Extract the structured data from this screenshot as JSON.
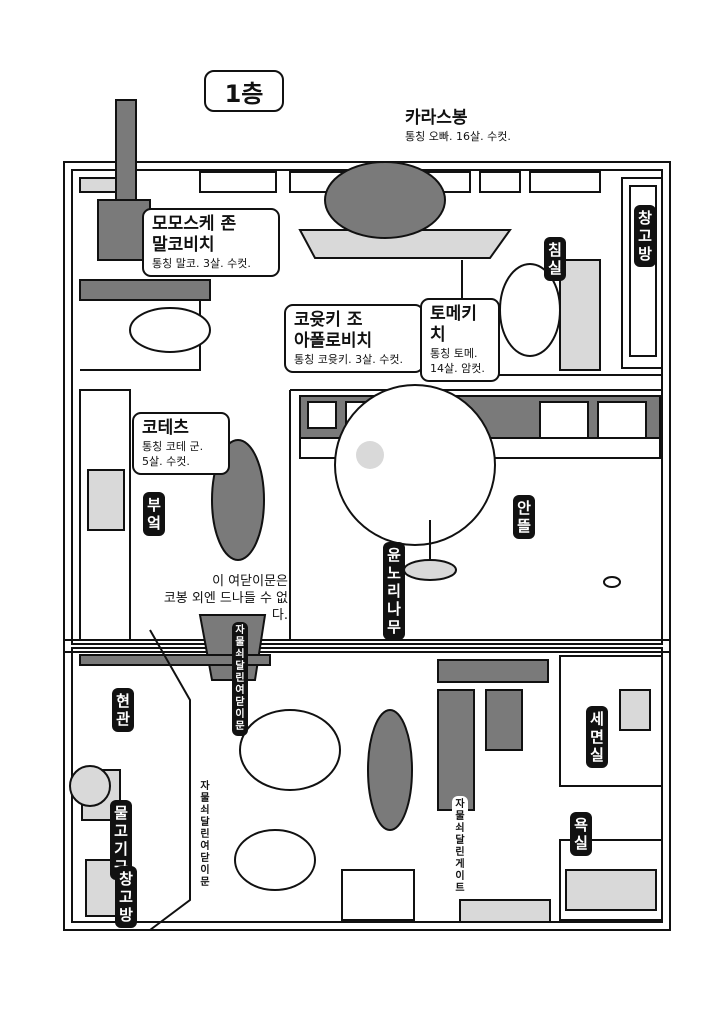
{
  "floor_label": "1층",
  "cats": {
    "karasubong": {
      "name": "카라스봉",
      "info": "통칭 오빠. 16살. 수컷."
    },
    "momosuke": {
      "name_line1": "모모스케 존",
      "name_line2": "말코비치",
      "info": "통칭 말코. 3살. 수컷."
    },
    "koyuki": {
      "name_line1": "코윳키 조",
      "name_line2": "아폴로비치",
      "info": "통칭 코윳키. 3살. 수컷."
    },
    "tomekichi": {
      "name": "토메키치",
      "info_line1": "통칭 토메.",
      "info_line2": "14살. 암컷."
    },
    "kotetsu": {
      "name": "코테츠",
      "info_line1": "통칭 코테 군.",
      "info_line2": "5살. 수컷."
    }
  },
  "note": {
    "line1": "이 여닫이문은",
    "line2": "코봉 외엔 드나들 수 없다."
  },
  "rooms": {
    "storage_top": "창고방",
    "bedroom": "침실",
    "kitchen": "부엌",
    "courtyard": "안뜰",
    "tree": "윤노리나무",
    "entrance": "현관",
    "goldfish": "물고기 군",
    "storage_bottom": "창고방",
    "washroom": "세면실",
    "bathroom": "욕실"
  },
  "doors": {
    "door1": "자물쇠 달린 여닫이문",
    "door2": "자물쇠 달린 여닫이문",
    "gate": "자물쇠 달린 게이트"
  },
  "colors": {
    "ink": "#111111",
    "gray": "#7a7a7a",
    "light": "#d9d9d9"
  }
}
